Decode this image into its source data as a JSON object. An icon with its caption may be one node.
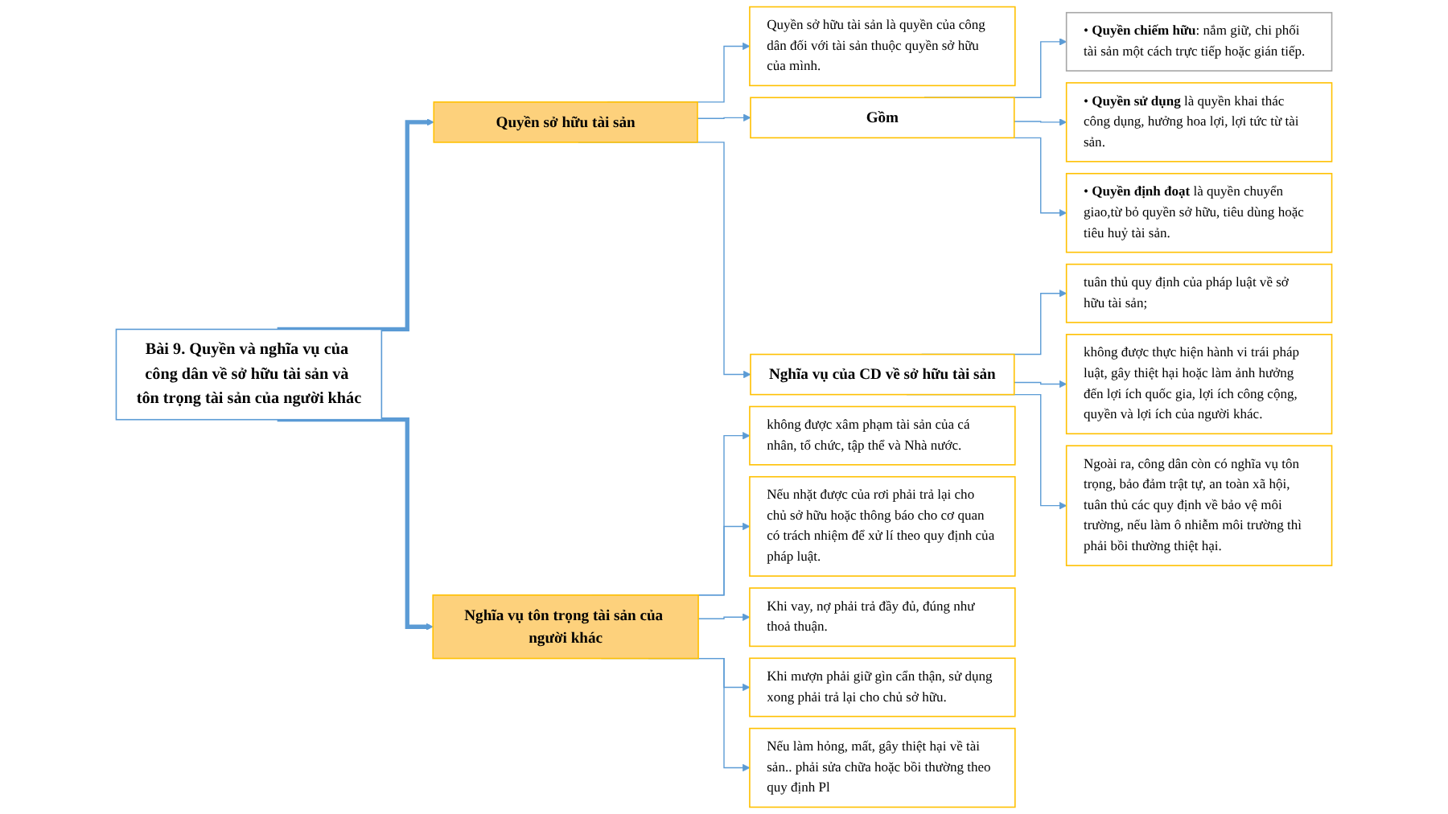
{
  "diagram": {
    "nodes": [
      {
        "text": [
          "Bài 9. Quyền và nghĩa vụ của công dân về sở hữu tài sản và tôn trọng tài sản của người khác"
        ]
      },
      {
        "text": [
          "Quyền sở hữu tài sản"
        ]
      },
      {
        "text": [
          "Quyền sở hữu tài sản là quyền của công dân đối với tài sản thuộc quyền sở hữu của mình."
        ]
      },
      {
        "text": [
          "Gồm"
        ]
      },
      {
        "text": [
          "• **Quyền chiếm hữu**: nắm giữ, chi phối tài sản một cách trực tiếp hoặc gián tiếp."
        ]
      },
      {
        "text": [
          "• **Quyền sử dụng** là quyền khai thác công dụng, hưởng hoa lợi, lợi tức từ tài sản."
        ]
      },
      {
        "text": [
          "• **Quyền định đoạt** là quyền chuyển giao,từ bỏ quyền sở hữu, tiêu dùng hoặc tiêu huỷ tài sản."
        ]
      },
      {
        "text": [
          "Nghĩa vụ của CD về sở hữu tài sản"
        ]
      },
      {
        "text": [
          "tuân thủ quy định của pháp luật về sở hữu tài sản;"
        ]
      },
      {
        "text": [
          "không được thực hiện hành vi trái pháp luật, gây thiệt hại hoặc làm ảnh hưởng đến lợi ích quốc gia, lợi ích công cộng, quyền và lợi ích của người khác."
        ]
      },
      {
        "text": [
          "Ngoài ra, công dân còn có nghĩa vụ tôn trọng, bảo đảm trật tự, an toàn xã hội, tuân thủ các quy định về bảo vệ môi trường, nếu làm ô nhiễm môi trường thì phải bồi thường thiệt hại."
        ]
      },
      {
        "text": [
          "Nghĩa vụ tôn trọng tài sản của người khác"
        ]
      },
      {
        "text": [
          "không được xâm phạm tài sản của cá nhân, tổ chức, tập thể và Nhà nước."
        ]
      },
      {
        "text": [
          "Nếu nhặt được của rơi phải trả lại cho chủ sở hữu hoặc thông báo cho cơ quan có trách nhiệm để xử lí theo quy định của pháp luật."
        ]
      },
      {
        "text": [
          "Khi vay, nợ phải trả đầy đủ, đúng như thoả thuận."
        ]
      },
      {
        "text": [
          "Khi mượn phải giữ gìn cẩn thận, sử dụng xong phải trả lại cho chủ sở hữu."
        ]
      },
      {
        "text": [
          "Nếu làm hỏng, mất, gây thiệt hại về tài sản.. phải sửa chữa hoặc bồi thường theo quy định Pl"
        ]
      }
    ],
    "edges": [
      {
        "from": 0,
        "to": 1,
        "arrow": "to",
        "style": "thick"
      },
      {
        "from": 0,
        "to": 11,
        "arrow": "to",
        "style": "thick"
      },
      {
        "from": 1,
        "to": 2,
        "arrow": "to"
      },
      {
        "from": 1,
        "to": 3,
        "arrow": "to"
      },
      {
        "from": 1,
        "to": 7,
        "arrow": "to"
      },
      {
        "from": 3,
        "to": 4,
        "arrow": "to"
      },
      {
        "from": 3,
        "to": 5,
        "arrow": "to"
      },
      {
        "from": 3,
        "to": 6,
        "arrow": "to"
      },
      {
        "from": 7,
        "to": 8,
        "arrow": "to"
      },
      {
        "from": 7,
        "to": 9,
        "arrow": "to"
      },
      {
        "from": 7,
        "to": 10,
        "arrow": "to"
      },
      {
        "from": 11,
        "to": 12,
        "arrow": "to"
      },
      {
        "from": 11,
        "to": 13,
        "arrow": "to"
      },
      {
        "from": 11,
        "to": 14,
        "arrow": "to"
      },
      {
        "from": 11,
        "to": 15,
        "arrow": "to"
      },
      {
        "from": 11,
        "to": 16,
        "arrow": "to"
      }
    ]
  }
}
